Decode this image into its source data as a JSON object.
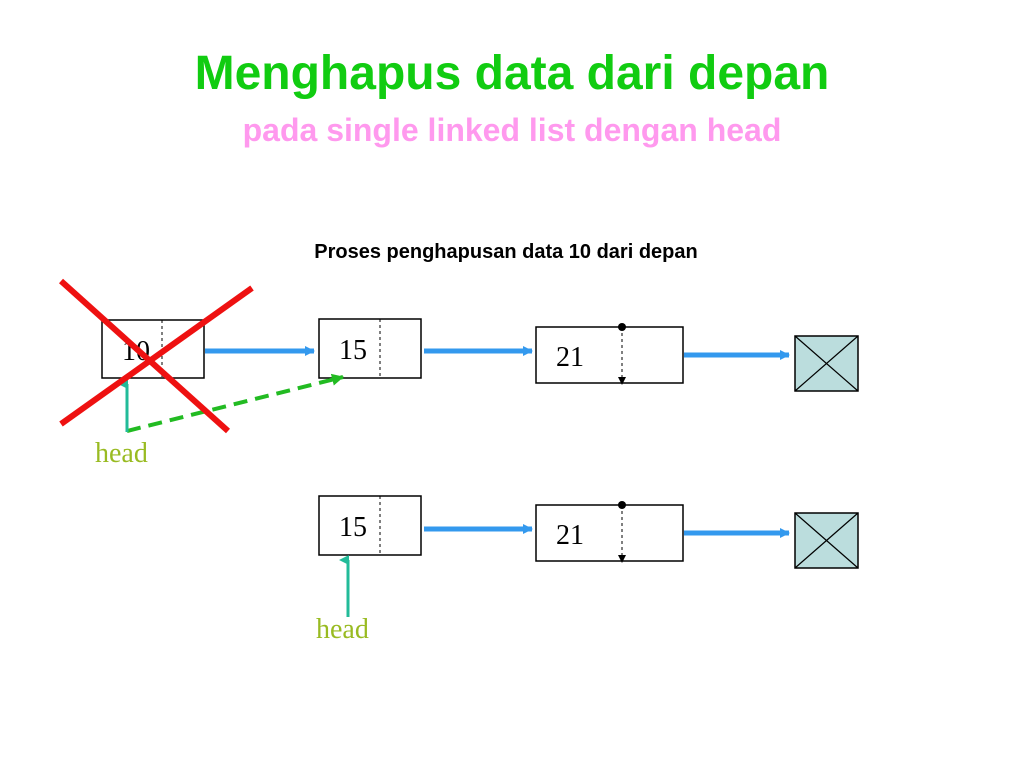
{
  "slide": {
    "title": "Menghapus data dari depan",
    "subtitle": "pada single linked list dengan head",
    "caption": "Proses penghapusan data 10 dari depan"
  },
  "before": {
    "nodes": [
      {
        "value": "10",
        "status": "deleted"
      },
      {
        "value": "15"
      },
      {
        "value": "21"
      }
    ],
    "head_label": "head"
  },
  "after": {
    "nodes": [
      {
        "value": "15"
      },
      {
        "value": "21"
      }
    ],
    "head_label": "head"
  },
  "colors": {
    "title": "#11cc11",
    "subtitle": "#ff99ee",
    "link_arrow": "#3399ee",
    "delete_cross": "#ee1111",
    "new_link": "#22bb22",
    "head_pointer": "#22bb99",
    "head_label": "#99bb22",
    "null_box": "#bbdddd"
  },
  "icons": {
    "null_terminator": "null-box-icon",
    "delete_mark": "cross-out-icon"
  }
}
